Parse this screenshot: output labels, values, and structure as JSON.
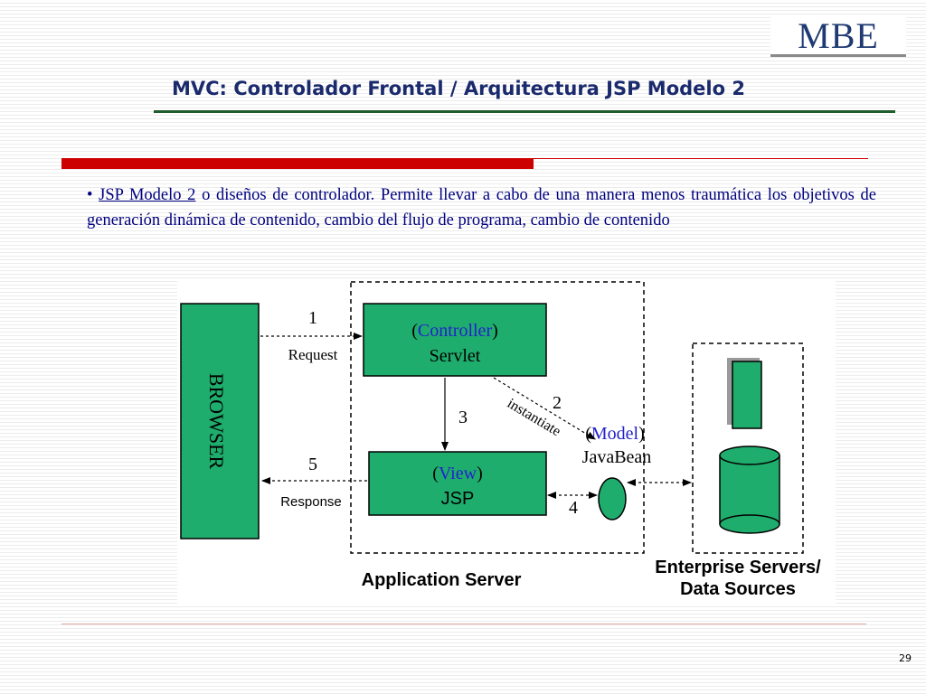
{
  "logo": {
    "text": "MBE"
  },
  "title": "MVC: Controlador Frontal / Arquitectura JSP Modelo 2",
  "bullet": {
    "marker": "•",
    "term": "JSP Modelo 2",
    "text": " o diseños de controlador. Permite llevar a cabo de una manera menos traumática los objetivos de generación dinámica de contenido, cambio del flujo de programa, cambio de contenido"
  },
  "diagram": {
    "browser_label": "BROWSER",
    "controller_role": "Controller",
    "controller_name": "Servlet",
    "view_role": "View",
    "view_name": "JSP",
    "model_role": "Model",
    "model_name": "JavaBean",
    "request_label": "Request",
    "response_label": "Response",
    "instantiate_label": "instantiate",
    "step_labels": [
      "1",
      "2",
      "3",
      "4",
      "5"
    ],
    "app_server_label": "Application Server",
    "enterprise_label_line1": "Enterprise Servers/",
    "enterprise_label_line2": "Data Sources",
    "paren_open": "(",
    "paren_close": ")"
  },
  "colors": {
    "box_fill": "#1fad6d",
    "role_text": "#2222cc",
    "title_text": "#1a2a6c",
    "accent_red": "#cc0000",
    "rule_green": "#1f5c2e"
  },
  "page_number": "29"
}
